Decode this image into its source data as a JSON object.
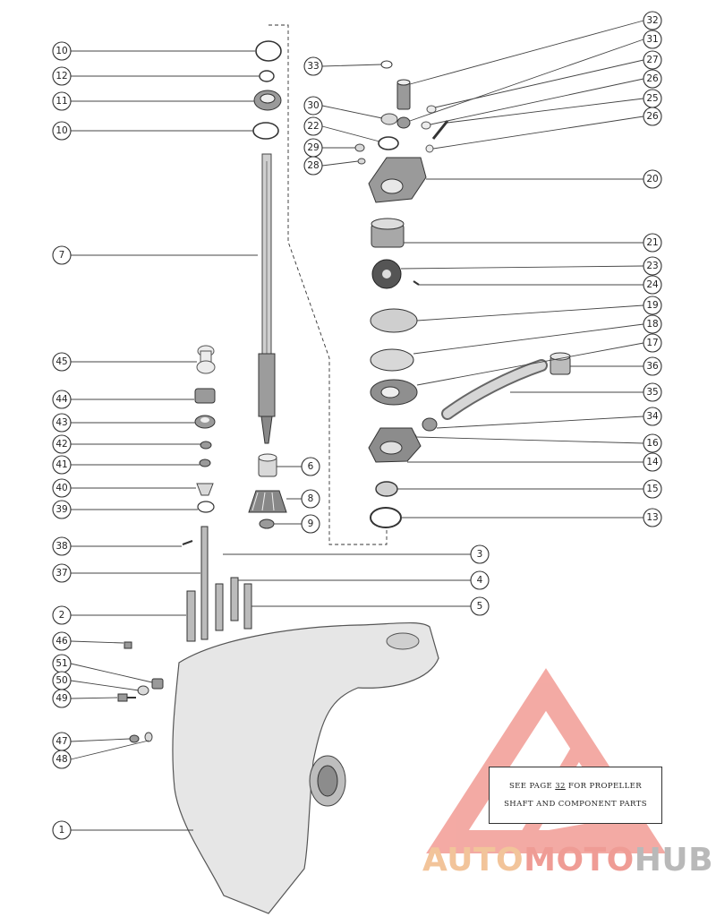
{
  "callouts": [
    {
      "num": "10",
      "side": "left",
      "target": "top-o-ring"
    },
    {
      "num": "12",
      "side": "left",
      "target": "small-ring"
    },
    {
      "num": "11",
      "side": "left",
      "target": "bearing"
    },
    {
      "num": "10",
      "side": "left",
      "target": "lower-o-ring"
    },
    {
      "num": "7",
      "side": "left",
      "target": "driveshaft"
    },
    {
      "num": "45",
      "side": "left",
      "target": "pinion-cap"
    },
    {
      "num": "44",
      "side": "left",
      "target": "shift-cam"
    },
    {
      "num": "43",
      "side": "left",
      "target": "bushing"
    },
    {
      "num": "42",
      "side": "left",
      "target": "washer-a"
    },
    {
      "num": "41",
      "side": "left",
      "target": "washer-b"
    },
    {
      "num": "40",
      "side": "left",
      "target": "gear-small"
    },
    {
      "num": "39",
      "side": "left",
      "target": "ring-small"
    },
    {
      "num": "38",
      "side": "left",
      "target": "pin"
    },
    {
      "num": "37",
      "side": "left",
      "target": "shift-rod"
    },
    {
      "num": "2",
      "side": "left",
      "target": "stud"
    },
    {
      "num": "46",
      "side": "left",
      "target": "plug"
    },
    {
      "num": "51",
      "side": "left",
      "target": "fitting"
    },
    {
      "num": "50",
      "side": "left",
      "target": "washer-c"
    },
    {
      "num": "49",
      "side": "left",
      "target": "screw"
    },
    {
      "num": "47",
      "side": "left",
      "target": "screw-b"
    },
    {
      "num": "48",
      "side": "left",
      "target": "washer-d"
    },
    {
      "num": "1",
      "side": "left",
      "target": "gear-housing"
    },
    {
      "num": "33",
      "side": "left",
      "target": "small-seal"
    },
    {
      "num": "30",
      "side": "left",
      "target": "seal"
    },
    {
      "num": "22",
      "side": "left",
      "target": "gasket"
    },
    {
      "num": "29",
      "side": "left",
      "target": "nut"
    },
    {
      "num": "28",
      "side": "left",
      "target": "washer-e"
    },
    {
      "num": "6",
      "side": "right",
      "target": "pinion-bearing"
    },
    {
      "num": "8",
      "side": "right",
      "target": "pinion-gear"
    },
    {
      "num": "9",
      "side": "right",
      "target": "nut-b"
    },
    {
      "num": "3",
      "side": "right",
      "target": "stud-a"
    },
    {
      "num": "4",
      "side": "right",
      "target": "stud-b"
    },
    {
      "num": "5",
      "side": "right",
      "target": "stud-c"
    },
    {
      "num": "32",
      "side": "right",
      "target": "tube"
    },
    {
      "num": "31",
      "side": "right",
      "target": "grommet"
    },
    {
      "num": "27",
      "side": "right",
      "target": "seal-b"
    },
    {
      "num": "26",
      "side": "right",
      "target": "washer-f"
    },
    {
      "num": "25",
      "side": "right",
      "target": "bolt"
    },
    {
      "num": "26",
      "side": "right",
      "target": "washer-g"
    },
    {
      "num": "20",
      "side": "right",
      "target": "pump-body"
    },
    {
      "num": "21",
      "side": "right",
      "target": "insert"
    },
    {
      "num": "23",
      "side": "right",
      "target": "impeller"
    },
    {
      "num": "24",
      "side": "right",
      "target": "key"
    },
    {
      "num": "19",
      "side": "right",
      "target": "gasket-b"
    },
    {
      "num": "18",
      "side": "right",
      "target": "plate"
    },
    {
      "num": "17",
      "side": "right",
      "target": "gasket-c"
    },
    {
      "num": "36",
      "side": "right",
      "target": "coupling"
    },
    {
      "num": "35",
      "side": "right",
      "target": "hose"
    },
    {
      "num": "34",
      "side": "right",
      "target": "clip"
    },
    {
      "num": "16",
      "side": "right",
      "target": "screen"
    },
    {
      "num": "14",
      "side": "right",
      "target": "pump-base"
    },
    {
      "num": "15",
      "side": "right",
      "target": "seal-c"
    },
    {
      "num": "13",
      "side": "right",
      "target": "o-ring-b"
    }
  ],
  "note": {
    "line1_prefix": "SEE PAGE ",
    "line1_page": "32",
    "line1_suffix": " FOR PROPELLER",
    "line2": "SHAFT AND COMPONENT PARTS"
  },
  "watermark": {
    "part1": "AUTO",
    "part2": "MOTO",
    "part3": "HUB",
    "colors": {
      "auto": "#f2c49a",
      "moto": "#ef9c95",
      "hub": "#b9b9b9",
      "triangle": "#f08e86"
    }
  }
}
